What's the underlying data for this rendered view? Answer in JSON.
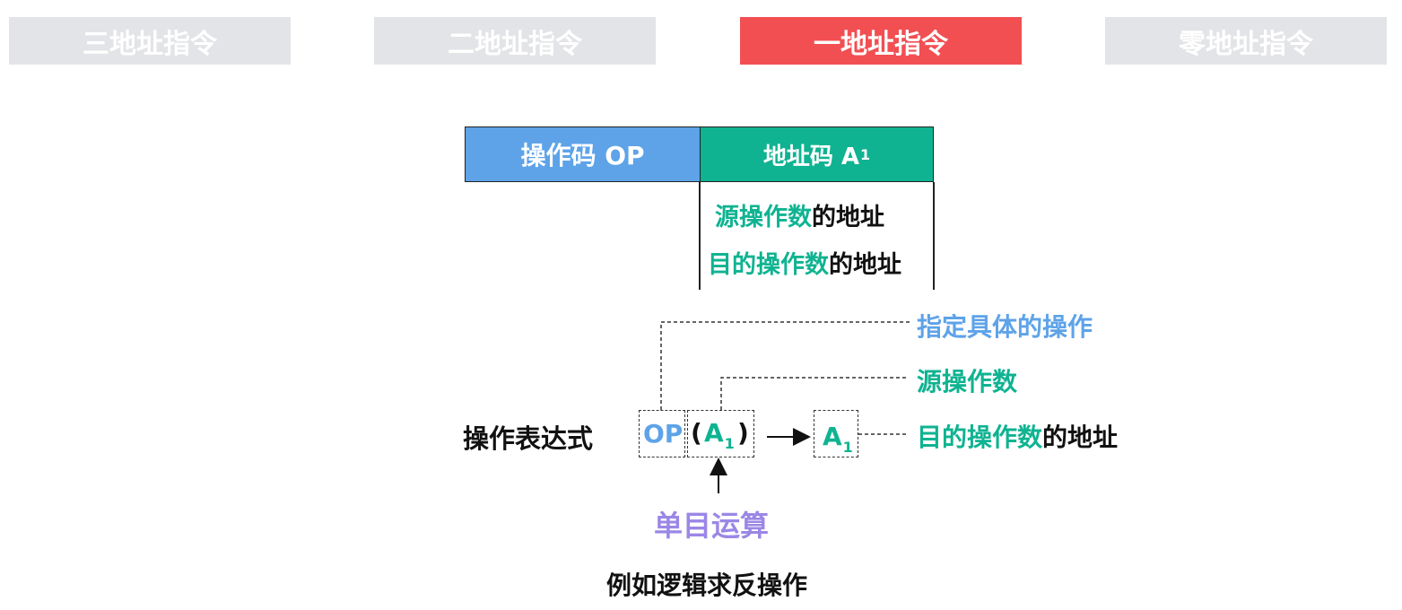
{
  "tabs": [
    {
      "label": "三地址指令",
      "active": false
    },
    {
      "label": "二地址指令",
      "active": false
    },
    {
      "label": "一地址指令",
      "active": true
    },
    {
      "label": "零地址指令",
      "active": false
    }
  ],
  "format": {
    "opcode_label": "操作码 OP",
    "address_label": "地址码 A",
    "address_sub": "1",
    "address_meanings": [
      {
        "highlight": "源操作数",
        "rest": "的地址"
      },
      {
        "highlight": "目的操作数",
        "rest": "的地址"
      }
    ]
  },
  "expression": {
    "label": "操作表达式",
    "op": "OP",
    "paren_open": "(",
    "operand": "A",
    "operand_sub": "1",
    "paren_close": ")",
    "result": "A",
    "result_sub": "1",
    "annotations": {
      "op": "指定具体的操作",
      "source": "源操作数",
      "dest_highlight": "目的操作数",
      "dest_rest": "的地址",
      "unary": "单目运算"
    }
  },
  "example": "例如逻辑求反操作",
  "colors": {
    "active_tab": "#f24f53",
    "inactive_tab": "#e3e4e7",
    "opcode": "#5ea3e8",
    "address": "#0fb391",
    "unary": "#9b87e6"
  }
}
